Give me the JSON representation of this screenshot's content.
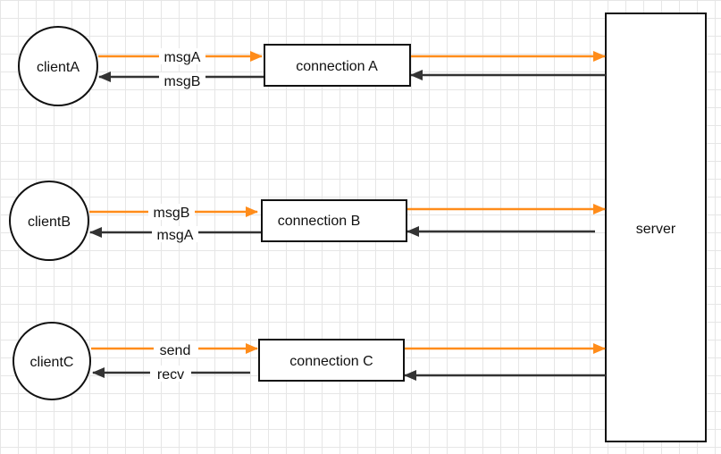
{
  "colors": {
    "outgoing_arrow": "#ff8c1a",
    "incoming_arrow": "#333333",
    "node_stroke": "#111111",
    "node_fill": "#ffffff",
    "grid": "#e6e6e6"
  },
  "clients": [
    {
      "label": "clientA"
    },
    {
      "label": "clientB"
    },
    {
      "label": "clientC"
    }
  ],
  "connections": [
    {
      "label": "connection A"
    },
    {
      "label": "connection B"
    },
    {
      "label": "connection C"
    }
  ],
  "server": {
    "label": "server"
  },
  "edge_labels": [
    {
      "outgoing": "msgA",
      "incoming": "msgB"
    },
    {
      "outgoing": "msgB",
      "incoming": "msgA"
    },
    {
      "outgoing": "send",
      "incoming": "recv"
    }
  ]
}
